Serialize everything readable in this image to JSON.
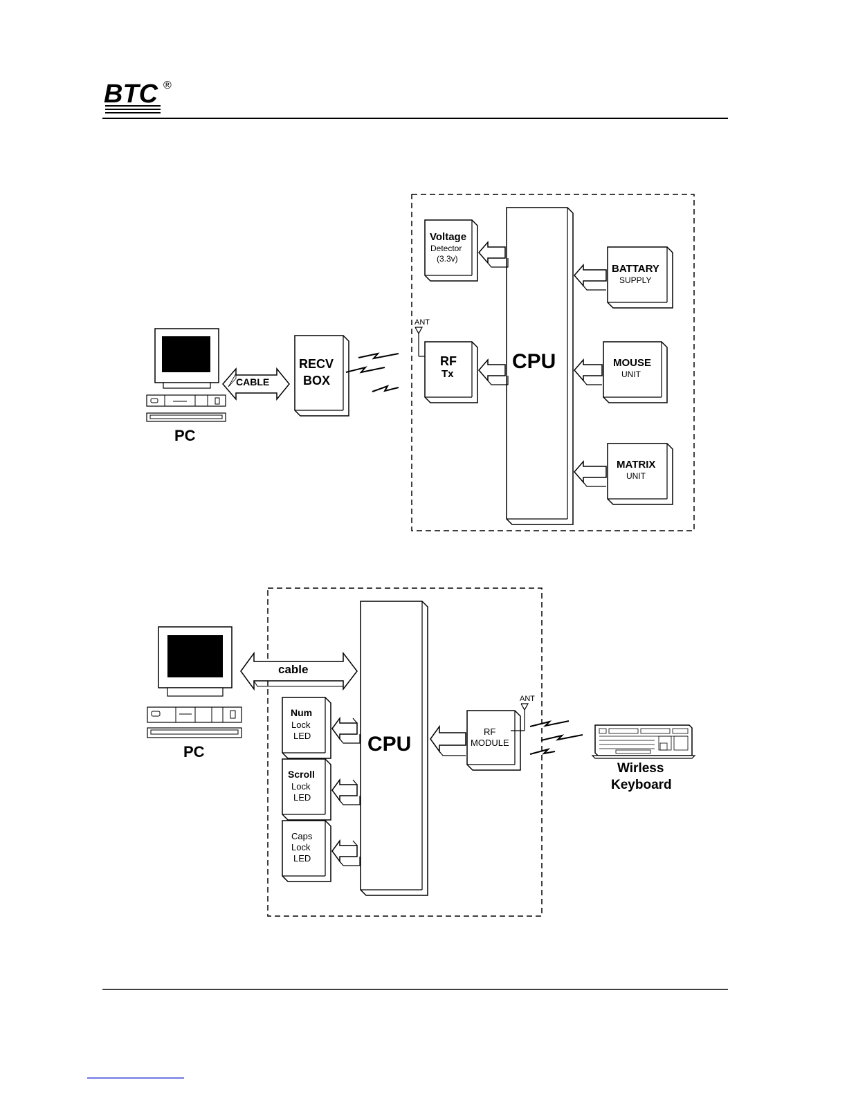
{
  "header": {
    "logo": "BTC",
    "registered_mark": "®"
  },
  "diagram1": {
    "pc_label": "PC",
    "cable_label": "CABLE",
    "recv_box": {
      "line1": "RECV",
      "line2": "BOX"
    },
    "voltage_detector": {
      "line1": "Voltage",
      "line2": "Detector",
      "line3": "(3.3v)"
    },
    "antenna_label": "ANT",
    "rf_tx": {
      "line1": "RF",
      "line2": "Tx"
    },
    "cpu_label": "CPU",
    "battery_supply": {
      "line1": "BATTARY",
      "line2": "SUPPLY"
    },
    "mouse_unit": {
      "line1": "MOUSE",
      "line2": "UNIT"
    },
    "matrix_unit": {
      "line1": "MATRIX",
      "line2": "UNIT"
    }
  },
  "diagram2": {
    "pc_label": "PC",
    "cable_label": "cable",
    "cpu_label": "CPU",
    "num_lock_led": {
      "line1": "Num",
      "line2": "Lock",
      "line3": "LED"
    },
    "scroll_lock_led": {
      "line1": "Scroll",
      "line2": "Lock",
      "line3": "LED"
    },
    "caps_lock_led": {
      "line1": "Caps",
      "line2": "Lock",
      "line3": "LED"
    },
    "rf_module": {
      "line1": "RF",
      "line2": "MODULE"
    },
    "antenna_label": "ANT",
    "keyboard_label": {
      "line1": "Wirless",
      "line2": "Keyboard"
    }
  }
}
